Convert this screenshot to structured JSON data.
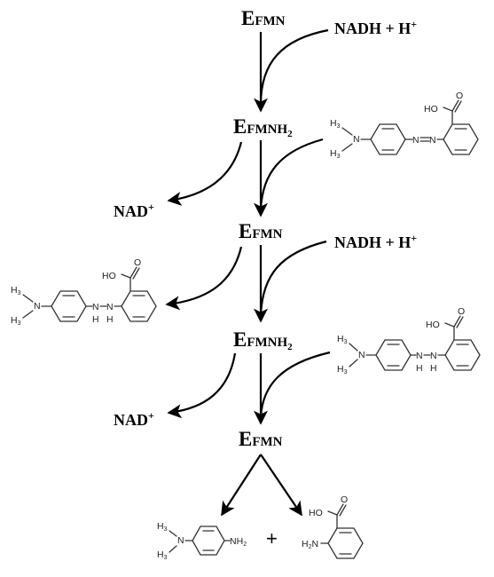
{
  "enzyme": {
    "E": "E",
    "fmn": "FMN",
    "fmnh": "FMNH",
    "h2": "2"
  },
  "cofactor": {
    "nadh": "NADH + H",
    "nad": "NAD",
    "plus_sup": "+"
  },
  "substrate": {
    "hoocooh": "HO",
    "o": "O",
    "h3": "H",
    "sub3": "3",
    "n": "N",
    "h": "H",
    "nh2_sub": "2",
    "h2n": "H"
  },
  "products": {
    "plus": "+"
  }
}
